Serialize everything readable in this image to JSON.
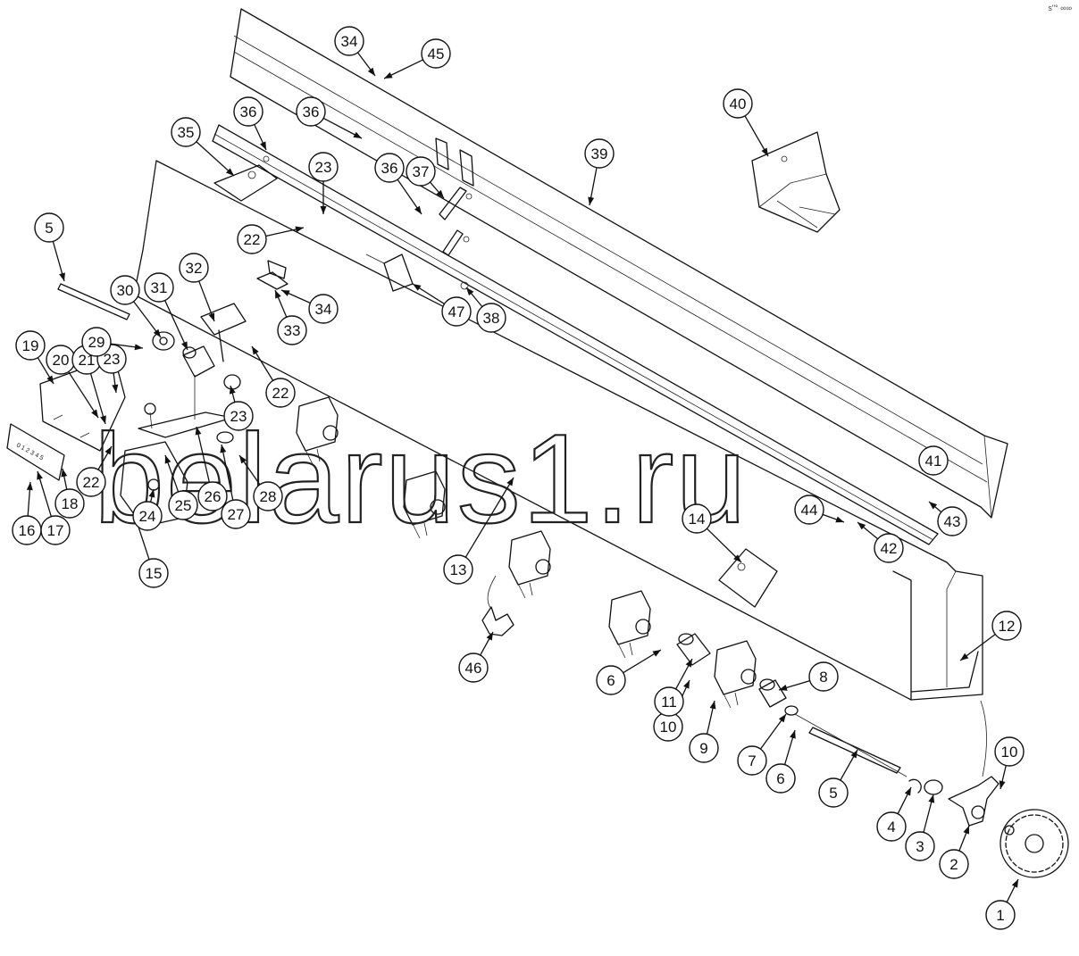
{
  "watermark": "belarus1.ru",
  "corner_mark": "s\"° ∞∞",
  "scale_plate_text": "0 1 2 3 4 5",
  "callouts": [
    "1",
    "2",
    "3",
    "4",
    "5",
    "5",
    "6",
    "6",
    "7",
    "8",
    "9",
    "10",
    "10",
    "11",
    "12",
    "13",
    "14",
    "15",
    "16",
    "17",
    "18",
    "19",
    "20",
    "21",
    "22",
    "22",
    "22",
    "23",
    "23",
    "23",
    "24",
    "25",
    "26",
    "27",
    "28",
    "29",
    "30",
    "31",
    "32",
    "33",
    "34",
    "34",
    "35",
    "36",
    "36",
    "36",
    "37",
    "38",
    "39",
    "40",
    "41",
    "42",
    "43",
    "44",
    "45",
    "46",
    "47"
  ]
}
